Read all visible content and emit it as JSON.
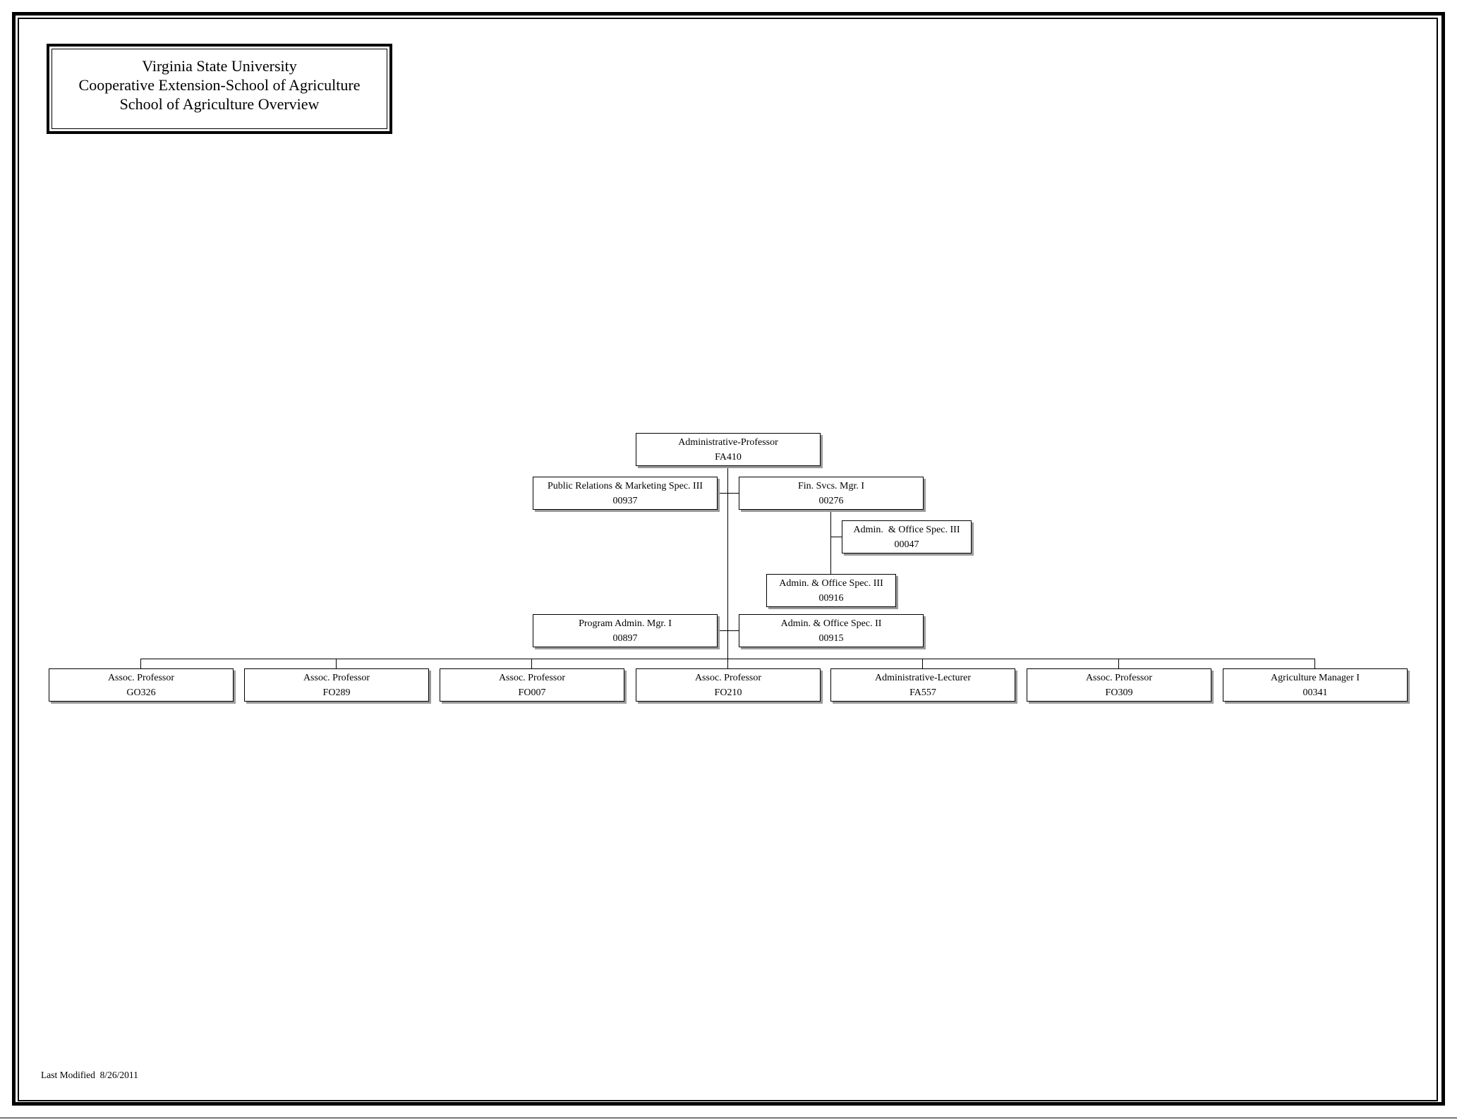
{
  "title": {
    "line1": "Virginia State University",
    "line2": "Cooperative Extension-School of Agriculture",
    "line3": "School of Agriculture Overview"
  },
  "root": {
    "title": "Administrative-Professor",
    "code": "FA410"
  },
  "staff": [
    {
      "title": "Public Relations & Marketing Spec. III",
      "code": "00937"
    },
    {
      "title": "Fin. Svcs. Mgr. I",
      "code": "00276"
    },
    {
      "title": "Admin.  & Office Spec. III",
      "code": "00047"
    },
    {
      "title": "Admin. & Office Spec. III",
      "code": "00916"
    },
    {
      "title": "Program Admin. Mgr. I",
      "code": "00897"
    },
    {
      "title": "Admin. & Office Spec. II",
      "code": "00915"
    }
  ],
  "reports": [
    {
      "title": "Assoc. Professor",
      "code": "GO326"
    },
    {
      "title": "Assoc. Professor",
      "code": "FO289"
    },
    {
      "title": "Assoc. Professor",
      "code": "FO007"
    },
    {
      "title": "Assoc. Professor",
      "code": "FO210"
    },
    {
      "title": "Administrative-Lecturer",
      "code": "FA557"
    },
    {
      "title": "Assoc. Professor",
      "code": "FO309"
    },
    {
      "title": "Agriculture Manager I",
      "code": "00341"
    }
  ],
  "footer": "Last Modified  8/26/2011"
}
